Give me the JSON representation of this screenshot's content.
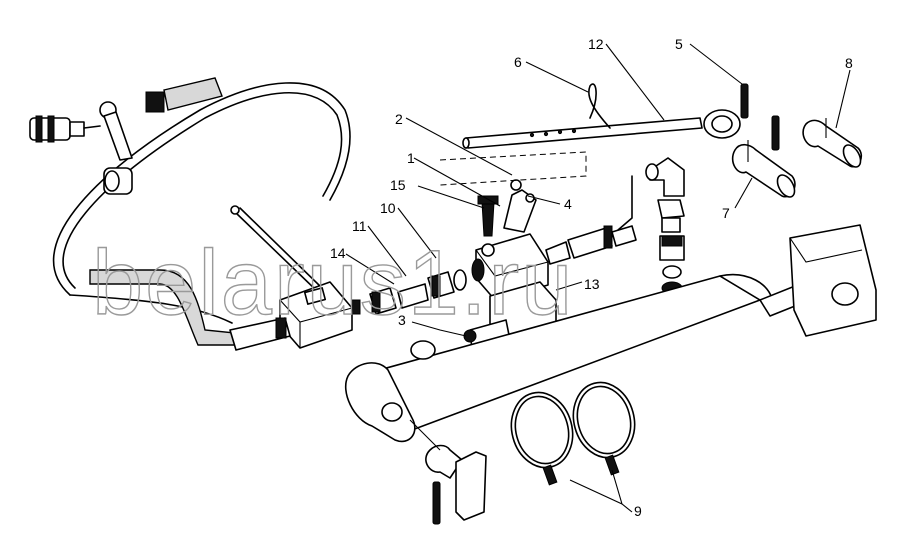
{
  "diagram": {
    "watermark": "belarus1.ru",
    "callouts": [
      {
        "id": "c1",
        "text": "1"
      },
      {
        "id": "c2",
        "text": "2"
      },
      {
        "id": "c3",
        "text": "3"
      },
      {
        "id": "c4",
        "text": "4"
      },
      {
        "id": "c5",
        "text": "5"
      },
      {
        "id": "c6",
        "text": "6"
      },
      {
        "id": "c7",
        "text": "7"
      },
      {
        "id": "c8",
        "text": "8"
      },
      {
        "id": "c9",
        "text": "9"
      },
      {
        "id": "c10",
        "text": "10"
      },
      {
        "id": "c11",
        "text": "11"
      },
      {
        "id": "c12",
        "text": "12"
      },
      {
        "id": "c13",
        "text": "13"
      },
      {
        "id": "c14",
        "text": "14"
      },
      {
        "id": "c15",
        "text": "15"
      }
    ]
  }
}
